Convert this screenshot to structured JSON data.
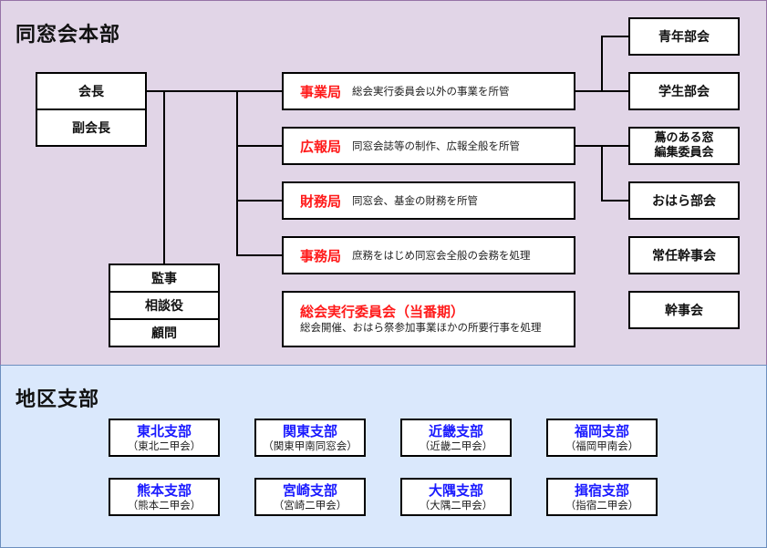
{
  "headquarters": {
    "title": "同窓会本部",
    "leaders": [
      "会長",
      "副会長"
    ],
    "auditors": [
      "監事",
      "相談役",
      "顧問"
    ],
    "departments": [
      {
        "name": "事業局",
        "desc": "総会実行委員会以外の事業を所管"
      },
      {
        "name": "広報局",
        "desc": "同窓会誌等の制作、広報全般を所管"
      },
      {
        "name": "財務局",
        "desc": "同窓会、基金の財務を所管"
      },
      {
        "name": "事務局",
        "desc": "庶務をはじめ同窓会全般の会務を処理"
      }
    ],
    "assembly": {
      "name": "総会実行委員会（当番期）",
      "desc": "総会開催、おはら祭参加事業ほかの所要行事を処理"
    },
    "subcommittees": {
      "youth": "青年部会",
      "student": "学生部会",
      "tsuta_line1": "蔦のある窓",
      "tsuta_line2": "編集委員会",
      "ohara": "おはら部会",
      "standing_board": "常任幹事会",
      "board": "幹事会"
    }
  },
  "regional": {
    "title": "地区支部",
    "branches": [
      {
        "name": "東北支部",
        "sub": "（東北二甲会）"
      },
      {
        "name": "関東支部",
        "sub": "（関東甲南同窓会）"
      },
      {
        "name": "近畿支部",
        "sub": "（近畿二甲会）"
      },
      {
        "name": "福岡支部",
        "sub": "（福岡甲南会）"
      },
      {
        "name": "熊本支部",
        "sub": "（熊本二甲会）"
      },
      {
        "name": "宮崎支部",
        "sub": "（宮崎二甲会）"
      },
      {
        "name": "大隅支部",
        "sub": "（大隅二甲会）"
      },
      {
        "name": "揖宿支部",
        "sub": "（指宿二甲会）"
      }
    ]
  },
  "colors": {
    "hq_bg": "#e1d5e7",
    "hq_border": "#9673a6",
    "regional_bg": "#dae8fc",
    "regional_border": "#6c8ebf",
    "department_name": "#ff1a1a",
    "branch_name": "#1a1aff"
  }
}
